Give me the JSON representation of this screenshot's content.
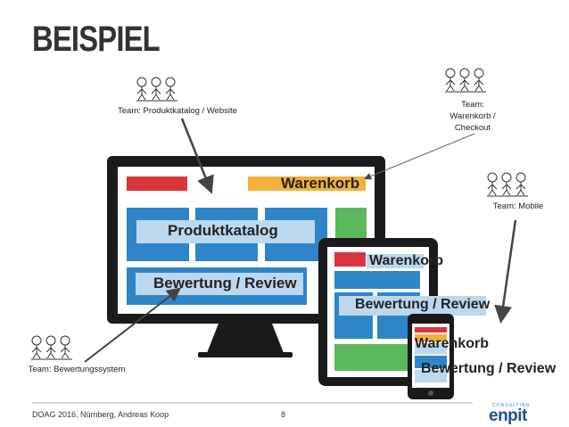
{
  "slide": {
    "title": "BEISPIEL",
    "page_number": "8",
    "footer": "DOAG 2016, Nürnberg, Andreas Koop"
  },
  "logo": {
    "small_text": "CONSULTING",
    "name": "enpit"
  },
  "teams": {
    "catalog": "Team: Produktkatalog / Website",
    "cart": [
      "Team:",
      "Warenkorb /",
      "Checkout"
    ],
    "mobile": "Team: Mobile",
    "review": "Team: Bewertungssystem"
  },
  "desktop": {
    "cart_label": "Warenkorb",
    "catalog_label": "Produktkatalog",
    "review_label": "Bewertung / Review"
  },
  "tablet": {
    "cart_label": "Warenkorb",
    "review_label": "Bewertung / Review"
  },
  "phone": {
    "cart_label": "Warenkorb",
    "review_label": "Bewertung / Review"
  },
  "colors": {
    "blue": "#2e86c8",
    "light_blue": "#bcd8ee",
    "red": "#d9363e",
    "yellow": "#f2b13b",
    "green": "#5cb85c",
    "screen_dark": "#1a1a1a"
  }
}
